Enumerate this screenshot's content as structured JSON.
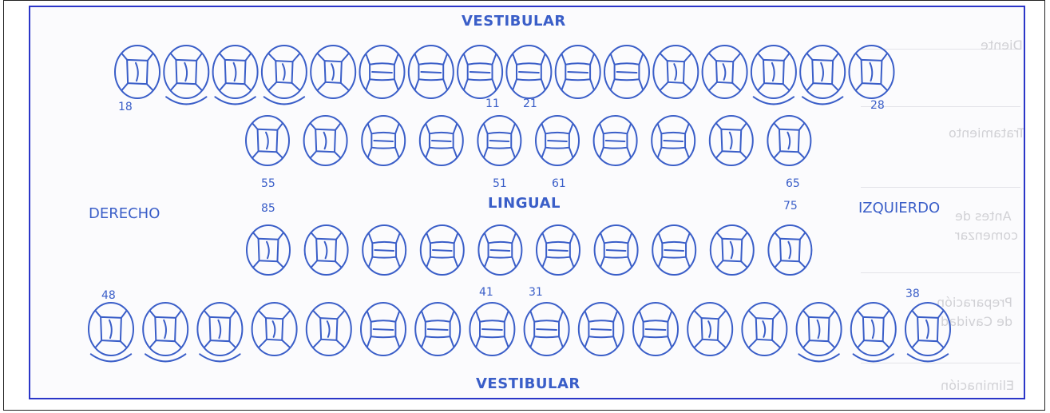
{
  "headings": {
    "vestibular_top": "VESTIBULAR",
    "lingual": "LINGUAL",
    "vestibular_bottom": "VESTIBULAR",
    "right_side": "DERECHO",
    "left_side": "IZQUIERDO"
  },
  "tooth_numbers": {
    "n18": "18",
    "n11": "11",
    "n21": "21",
    "n28": "28",
    "n55": "55",
    "n51": "51",
    "n61": "61",
    "n65": "65",
    "n85": "85",
    "n75": "75",
    "n48": "48",
    "n41": "41",
    "n31": "31",
    "n38": "38"
  },
  "background_text": {
    "g1": "Diente",
    "g2": "Tratamiento",
    "g3": "Antes de",
    "g4": "comenzar",
    "g5": "Preparación",
    "g6": "de Cavidad",
    "g7": "Eliminación"
  },
  "colors": {
    "ink": "#3a5ec8",
    "frame": "#2b36c8",
    "ghost": "#c3c3c8"
  },
  "teeth_rows": {
    "upper_permanent": [
      "molar",
      "molar",
      "molar",
      "premolar",
      "premolar",
      "incisor",
      "incisor",
      "incisor",
      "incisor",
      "incisor",
      "incisor",
      "premolar",
      "premolar",
      "molar",
      "molar",
      "molar"
    ],
    "upper_primary": [
      "molar",
      "molar",
      "incisor",
      "incisor",
      "incisor",
      "incisor",
      "incisor",
      "incisor",
      "molar",
      "molar"
    ],
    "lower_primary": [
      "molar",
      "molar",
      "incisor",
      "incisor",
      "incisor",
      "incisor",
      "incisor",
      "incisor",
      "molar",
      "molar"
    ],
    "lower_permanent": [
      "molar",
      "molar",
      "molar",
      "premolar",
      "premolar",
      "incisor",
      "incisor",
      "incisor",
      "incisor",
      "incisor",
      "incisor",
      "premolar",
      "premolar",
      "molar",
      "molar",
      "molar"
    ]
  }
}
